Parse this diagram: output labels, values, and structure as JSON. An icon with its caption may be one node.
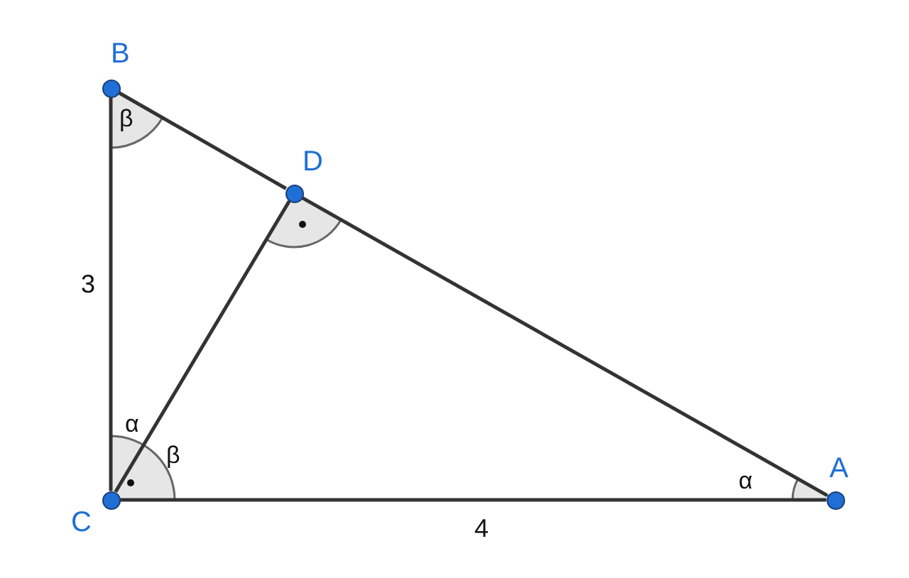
{
  "diagram": {
    "nodes": [
      {
        "text": [],
        "shape": "circle",
        "beside": [
          "B"
        ]
      },
      {
        "text": [],
        "shape": "circle",
        "beside": [
          "D"
        ]
      },
      {
        "text": [],
        "shape": "circle",
        "beside": [
          "C"
        ]
      },
      {
        "text": [],
        "shape": "circle",
        "beside": [
          "A"
        ]
      }
    ],
    "edges": [
      {
        "from": 0,
        "to": 1,
        "arrow": "none"
      },
      {
        "from": 1,
        "to": 3,
        "arrow": "none"
      },
      {
        "from": 2,
        "to": 1,
        "arrow": "none"
      },
      {
        "from": 0,
        "to": 2,
        "label": "3",
        "arrow": "none"
      },
      {
        "from": 2,
        "to": 3,
        "label": "4",
        "arrow": "none"
      }
    ],
    "labels": [
      "β",
      "α",
      "β",
      "α"
    ]
  }
}
